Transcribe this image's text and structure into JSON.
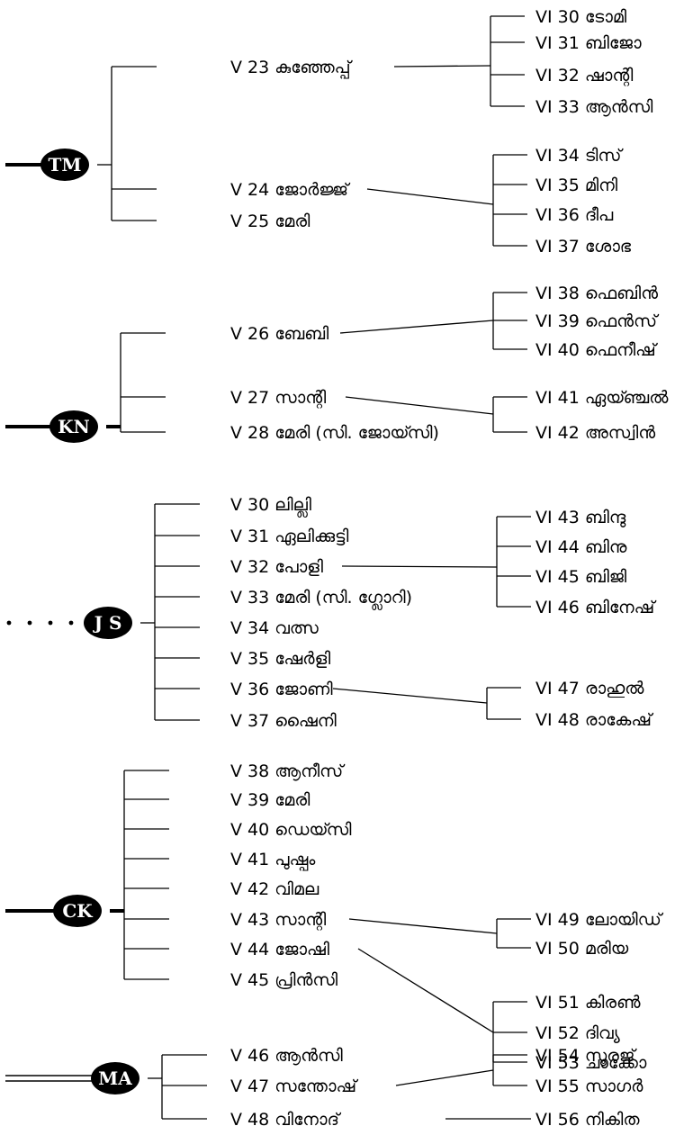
{
  "families": [
    {
      "code": "TM",
      "lead": "line",
      "gen5": [
        {
          "label": "V 23 കുഞ്ഞേപ്പ്",
          "children": [
            "VI 30 ടോമി",
            "VI 31 ബിജോ",
            "VI 32 ഷാന്റി",
            "VI 33 ആൻസി"
          ]
        },
        {
          "label": "V 24 ജോർജ്ജ്",
          "children": [
            "VI 34 ടിസ്",
            "VI 35 മിനി",
            "VI 36 ദീപ",
            "VI 37 ശോഭ"
          ]
        },
        {
          "label": "V 25 മേരി",
          "children": []
        }
      ]
    },
    {
      "code": "KN",
      "lead": "line",
      "gen5": [
        {
          "label": "V 26 ബേബി",
          "children": [
            "VI 38 ഫെബിൻ",
            "VI 39 ഫെൻസ്",
            "VI 40 ഫെനീഷ്"
          ]
        },
        {
          "label": "V 27 സാന്റി",
          "children": [
            "VI 41 ഏയ്ഞ്ചൽ",
            "VI 42 അസ്വിൻ"
          ]
        },
        {
          "label": "V 28 മേരി (സി. ജോയ്സി)",
          "children": []
        }
      ]
    },
    {
      "code": "J S",
      "lead": "dots",
      "gen5": [
        {
          "label": "V 30 ലില്ലി",
          "children": []
        },
        {
          "label": "V 31 ഏലിക്കുട്ടി",
          "children": []
        },
        {
          "label": "V 32 പോളി",
          "children": [
            "VI 43 ബിന്ദു",
            "VI 44 ബിനു",
            "VI 45 ബിജി",
            "VI 46 ബിനേഷ്"
          ]
        },
        {
          "label": "V 33 മേരി (സി. ഗ്ലോറി)",
          "children": []
        },
        {
          "label": "V 34 വത്സ",
          "children": []
        },
        {
          "label": "V 35 ഷേർളി",
          "children": []
        },
        {
          "label": "V 36 ജോണി",
          "children": [
            "VI 47 രാഹുൽ",
            "VI 48 രാകേഷ്"
          ]
        },
        {
          "label": "V 37 ഷൈനി",
          "children": []
        }
      ]
    },
    {
      "code": "CK",
      "lead": "line",
      "gen5": [
        {
          "label": "V 38 ആനീസ്",
          "children": []
        },
        {
          "label": "V 39 മേരി",
          "children": []
        },
        {
          "label": "V 40 ഡെയ്സി",
          "children": []
        },
        {
          "label": "V 41 പുഷ്പം",
          "children": []
        },
        {
          "label": "V 42 വിമല",
          "children": []
        },
        {
          "label": "V 43 സാന്റി",
          "children": [
            "VI 49 ലോയിഡ്",
            "VI 50 മരിയ"
          ]
        },
        {
          "label": "V 44 ജോഷി",
          "children": [
            "VI 51 കിരൺ",
            "VI 52 ദിവ്യ",
            "VI 53 ചാക്കോ"
          ]
        },
        {
          "label": "V 45 പ്രിൻസി",
          "children": []
        }
      ]
    },
    {
      "code": "MA",
      "lead": "double",
      "gen5": [
        {
          "label": "V 46 ആൻസി",
          "children": []
        },
        {
          "label": "V 47 സന്തോഷ്",
          "children": [
            "VI 54 സൂരജ്",
            "VI 55 സാഗർ"
          ]
        },
        {
          "label": "V 48 വിനോദ്",
          "children": [
            "VI 56 നികിത"
          ]
        }
      ]
    }
  ]
}
